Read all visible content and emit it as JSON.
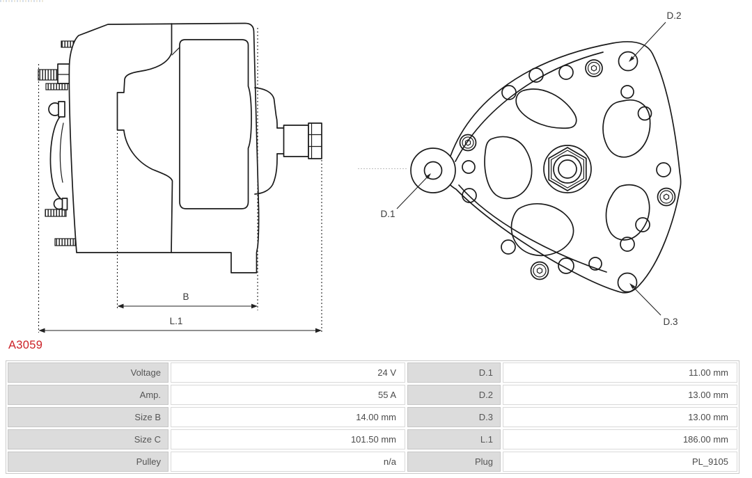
{
  "part_number": "A3059",
  "colors": {
    "part_number": "#cc2127",
    "line_art": "#1a1a1a",
    "table_label_bg": "#dcdcdc",
    "table_border": "#c9c9c9",
    "text": "#4a4a4a"
  },
  "drawing": {
    "description": "Alternator technical line drawing: side view with dimension lines and rear view with hole callouts",
    "labels": {
      "b": "B",
      "l1": "L.1",
      "d1": "D.1",
      "d2": "D.2",
      "d3": "D.3"
    }
  },
  "specs_table": {
    "rows": [
      {
        "label1": "Voltage",
        "value1": "24 V",
        "label2": "D.1",
        "value2": "11.00 mm"
      },
      {
        "label1": "Amp.",
        "value1": "55 A",
        "label2": "D.2",
        "value2": "13.00 mm"
      },
      {
        "label1": "Size B",
        "value1": "14.00 mm",
        "label2": "D.3",
        "value2": "13.00 mm"
      },
      {
        "label1": "Size C",
        "value1": "101.50 mm",
        "label2": "L.1",
        "value2": "186.00 mm"
      },
      {
        "label1": "Pulley",
        "value1": "n/a",
        "label2": "Plug",
        "value2": "PL_9105"
      }
    ]
  }
}
